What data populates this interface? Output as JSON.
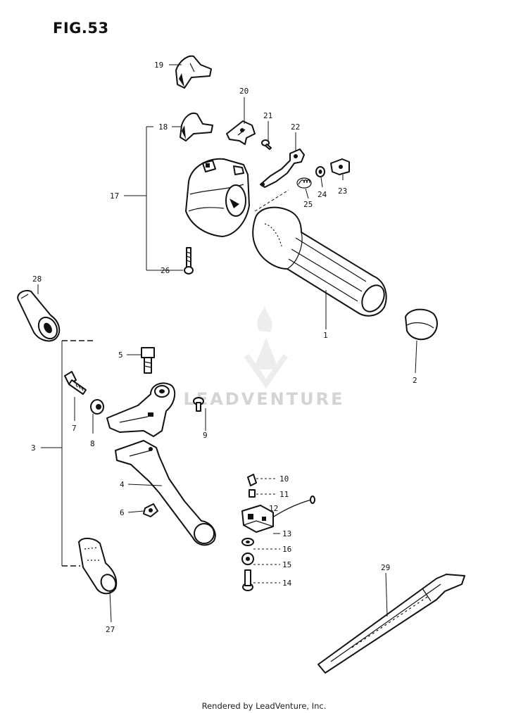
{
  "title": "FIG.53",
  "footer": "Rendered by LeadVenture, Inc.",
  "watermark": "LEADVENTURE",
  "callouts": {
    "c1": "1",
    "c2": "2",
    "c3": "3",
    "c4": "4",
    "c5": "5",
    "c6": "6",
    "c7": "7",
    "c8": "8",
    "c9": "9",
    "c10": "10",
    "c11": "11",
    "c12": "12",
    "c13": "13",
    "c14": "14",
    "c15": "15",
    "c16": "16",
    "c17": "17",
    "c18": "18",
    "c19": "19",
    "c20": "20",
    "c21": "21",
    "c22": "22",
    "c23": "23",
    "c24": "24",
    "c25": "25",
    "c26": "26",
    "c27": "27",
    "c28": "28",
    "c29": "29"
  },
  "icons": {
    "watermark": "flame-v-logo"
  }
}
